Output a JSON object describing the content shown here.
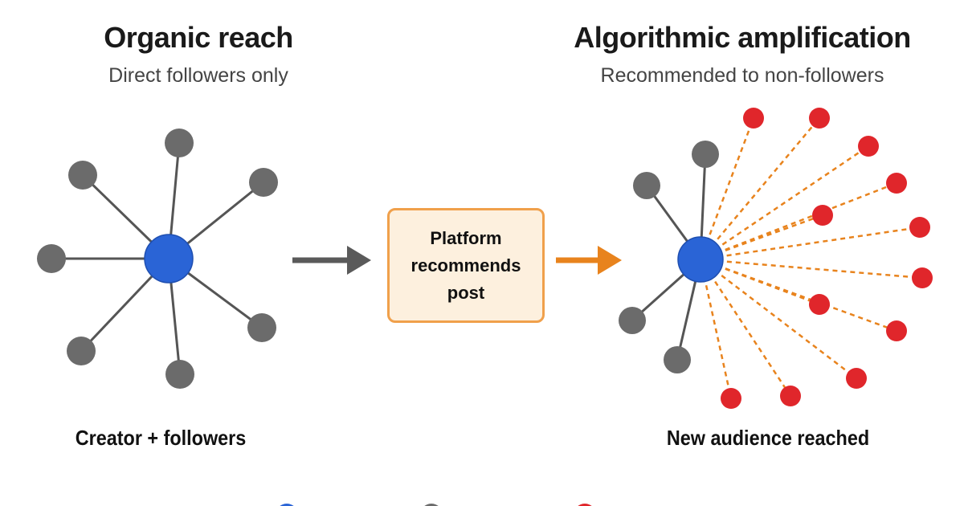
{
  "left": {
    "title": "Organic reach",
    "subtitle": "Direct followers only",
    "caption": "Creator + followers"
  },
  "center": {
    "label": "Platform recommends post"
  },
  "right": {
    "title": "Algorithmic amplification",
    "subtitle": "Recommended to non-followers",
    "caption": "New audience reached"
  },
  "colors": {
    "creator": "#2a64d6",
    "follower": "#6b6b6b",
    "new_audience": "#e0262b",
    "edge": "#555555",
    "recommend_edge": "#e8831d",
    "arrow_gray": "#5a5a5a",
    "arrow_orange": "#e8831d"
  }
}
